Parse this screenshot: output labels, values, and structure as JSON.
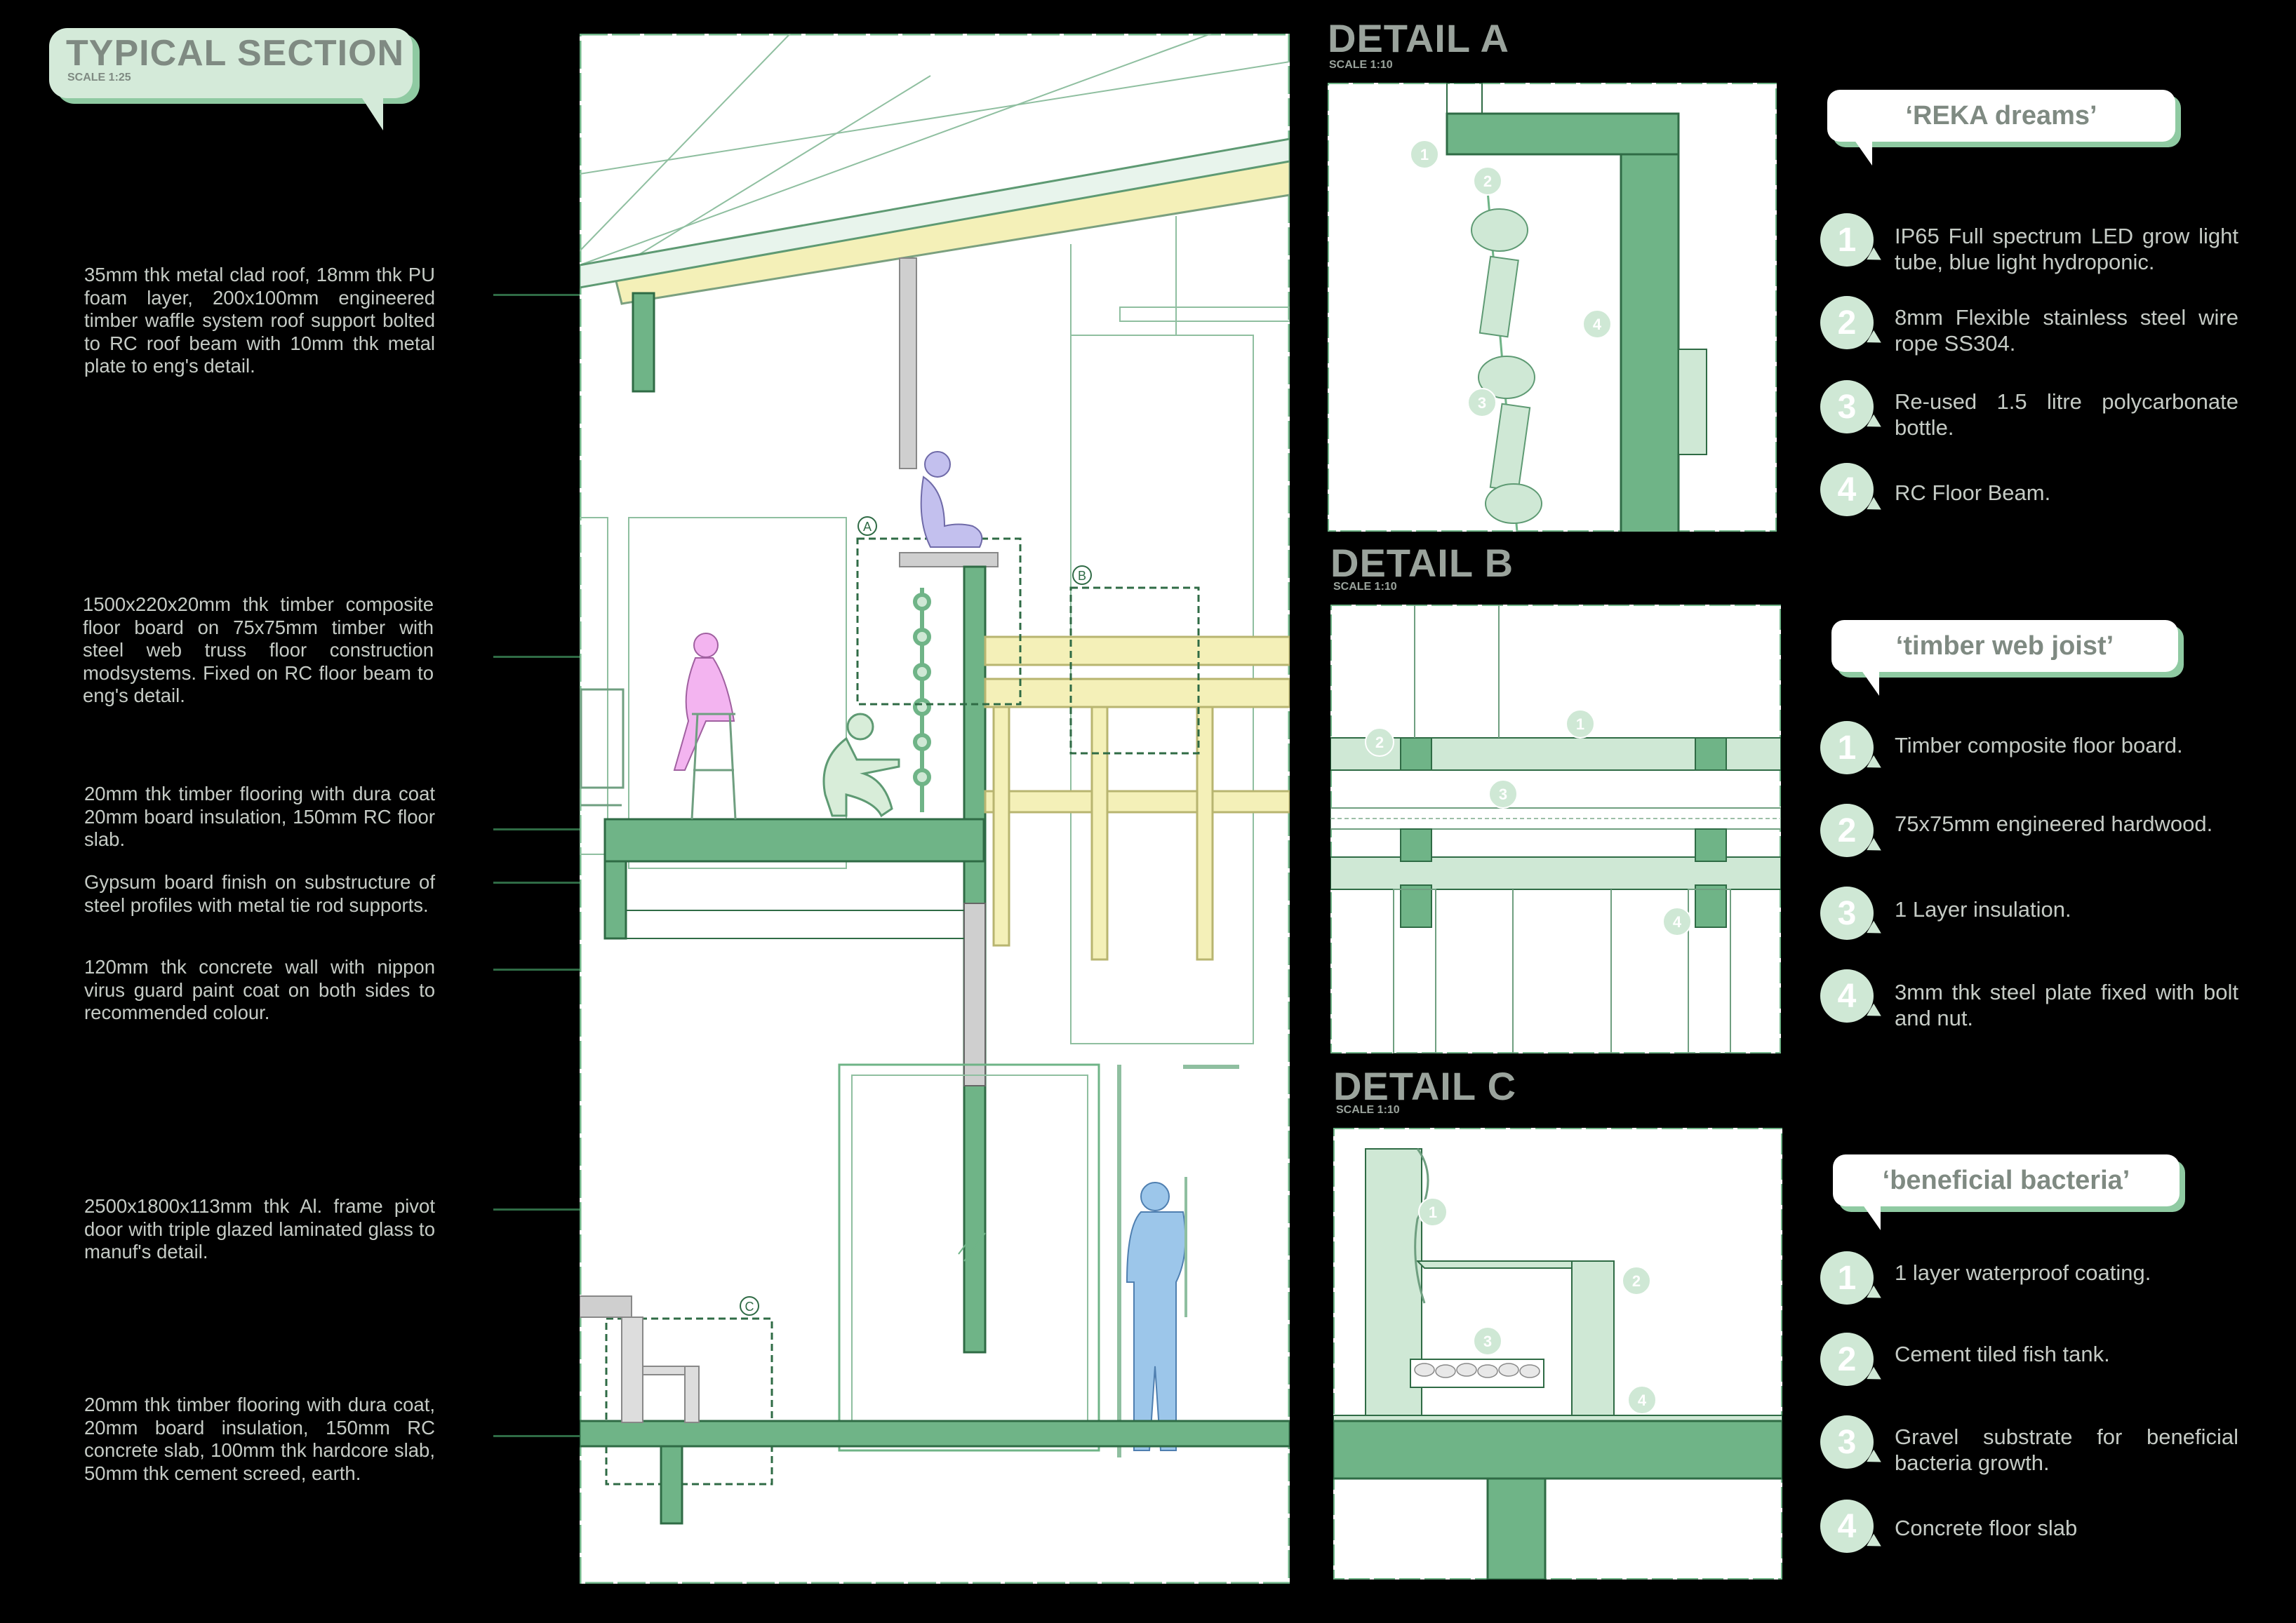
{
  "section": {
    "title": "TYPICAL SECTION",
    "scale": "SCALE 1:25"
  },
  "notes": [
    "35mm thk metal clad roof, 18mm thk PU foam layer, 200x100mm engineered timber waffle system roof support bolted to RC roof beam with 10mm thk metal plate to eng's detail.",
    "1500x220x20mm thk timber composite floor board on 75x75mm timber with steel web truss floor construction modsystems. Fixed on RC floor beam to eng's detail.",
    "20mm thk timber flooring with dura coat 20mm board insulation, 150mm RC floor slab.",
    "Gypsum board finish on substructure of steel profiles with metal tie rod supports.",
    "120mm thk concrete wall with nippon virus guard paint coat on both sides to recommended colour.",
    "2500x1800x113mm thk Al. frame pivot door with triple glazed laminated glass to manuf's detail.",
    "20mm thk timber flooring with dura coat, 20mm board insulation, 150mm RC concrete slab, 100mm thk hardcore slab, 50mm thk cement screed, earth."
  ],
  "section_markers": [
    "A",
    "B",
    "C"
  ],
  "details": [
    {
      "heading": "DETAIL A",
      "scale": "SCALE 1:10",
      "bubble": "‘REKA dreams’",
      "items": [
        {
          "n": "1",
          "text": "IP65 Full spectrum LED grow light tube, blue light hydroponic."
        },
        {
          "n": "2",
          "text": "8mm Flexible stainless steel wire rope SS304."
        },
        {
          "n": "3",
          "text": "Re-used 1.5 litre polycarbonate bottle."
        },
        {
          "n": "4",
          "text": "RC Floor Beam."
        }
      ]
    },
    {
      "heading": "DETAIL B",
      "scale": "SCALE 1:10",
      "bubble": "‘timber web joist’",
      "items": [
        {
          "n": "1",
          "text": "Timber composite floor board."
        },
        {
          "n": "2",
          "text": "75x75mm engineered hardwood."
        },
        {
          "n": "3",
          "text": "1 Layer insulation."
        },
        {
          "n": "4",
          "text": "3mm thk steel plate fixed with bolt and nut."
        }
      ]
    },
    {
      "heading": "DETAIL C",
      "scale": "SCALE 1:10",
      "bubble": "‘beneficial bacteria’",
      "items": [
        {
          "n": "1",
          "text": "1 layer waterproof coating."
        },
        {
          "n": "2",
          "text": "Cement tiled fish tank."
        },
        {
          "n": "3",
          "text": "Gravel substrate for beneficial bacteria growth."
        },
        {
          "n": "4",
          "text": "Concrete floor slab"
        }
      ]
    }
  ],
  "detail_markers": {
    "a": [
      "1",
      "2",
      "3",
      "4"
    ],
    "b": [
      "1",
      "2",
      "3",
      "4"
    ],
    "c": [
      "1",
      "2",
      "3",
      "4"
    ]
  },
  "colors": {
    "background": "#000000",
    "concrete_green": "#6fb487",
    "light_green": "#cfe8d5",
    "timber_yellow": "#f4f0b8",
    "text_grey": "#c5cbc5",
    "heading_grey": "#9aa39c",
    "person_pink": "#f3b4f0",
    "person_blue": "#9cc6ea"
  }
}
